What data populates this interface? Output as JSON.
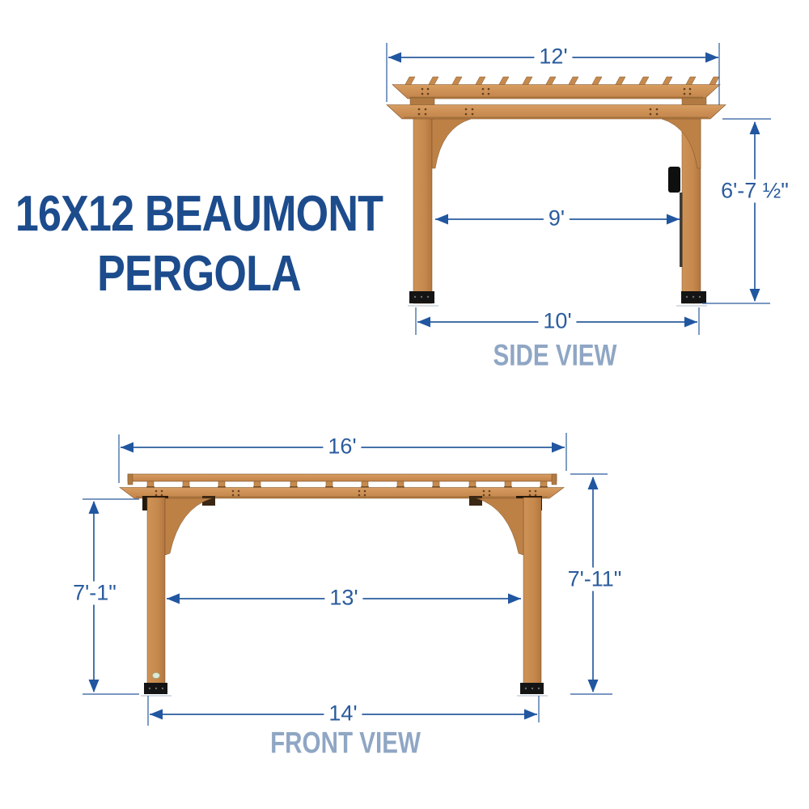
{
  "title": {
    "line1": "16X12 BEAUMONT",
    "line2": "PERGOLA"
  },
  "colors": {
    "dimension_blue": "#2a5b9d",
    "title_navy": "#1d4c8d",
    "view_label_blue_gray": "#8fa6c4",
    "wood_light": "#d79c60",
    "wood_dark": "#b87b42",
    "hardware_black": "#141414"
  },
  "side_view": {
    "label": "SIDE VIEW",
    "dimensions": {
      "overall_width": "12'",
      "post_clear_span": "9'",
      "post_height": "6'-7 ½\"",
      "base_width": "10'"
    }
  },
  "front_view": {
    "label": "FRONT VIEW",
    "dimensions": {
      "overall_width": "16'",
      "post_clear_span": "13'",
      "left_post_height": "7'-1\"",
      "right_post_height": "7'-11\"",
      "base_width": "14'"
    }
  }
}
